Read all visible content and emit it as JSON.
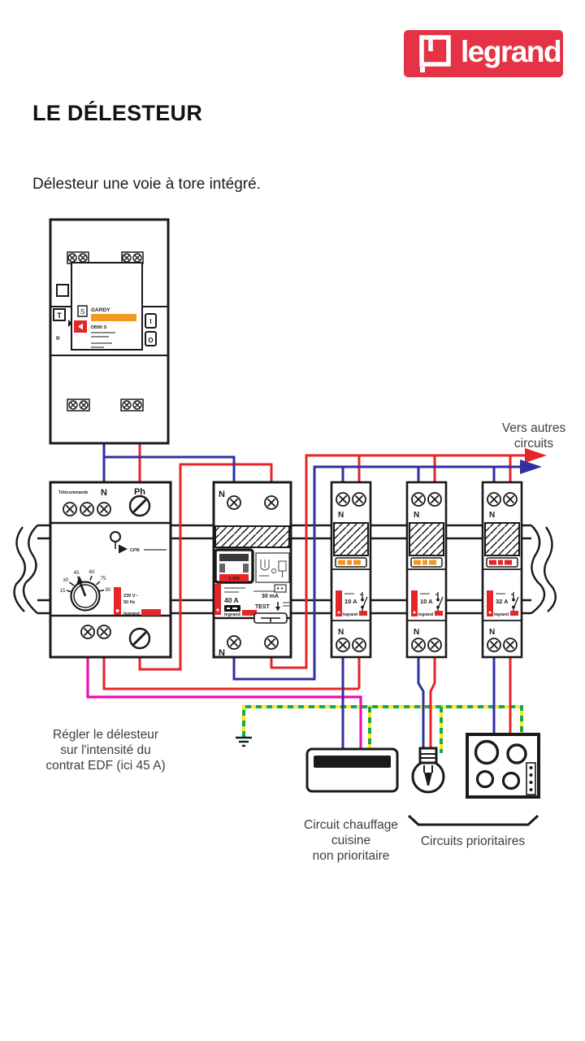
{
  "brand": {
    "logo": "legrand",
    "logo_bg": "#e63245"
  },
  "header": {
    "title": "LE DÉLESTEUR",
    "subtitle": "Délesteur une voie à tore intégré."
  },
  "meter": {
    "t": "T",
    "s": "S",
    "ir": "Ir",
    "brand": "GARDY",
    "model": "DB90 S",
    "btn_on": "I",
    "btn_off": "O"
  },
  "delesteur": {
    "remote_label": "Télécommande",
    "neutral": "N",
    "phase": "Ph",
    "cpn": "CPN",
    "dial": [
      "15",
      "30",
      "45",
      "60",
      "75",
      "90"
    ],
    "voltage": "230 V~",
    "frequency": "50 Hz",
    "brand": "legrand"
  },
  "rcd": {
    "neutral_top": "N",
    "neutral_bottom": "N",
    "switch_label": "1-ON",
    "rating": "40 A",
    "sensitivity": "30 mA",
    "test_label": "TEST",
    "brand": "legrand"
  },
  "breakers": [
    {
      "neutral_top": "N",
      "rating": "10 A",
      "neutral_bottom": "N",
      "brand": "legrand"
    },
    {
      "neutral_top": "N",
      "rating": "10 A",
      "neutral_bottom": "N",
      "brand": "legrand"
    },
    {
      "neutral_top": "N",
      "rating": "32 A",
      "neutral_bottom": "N",
      "brand": "legrand"
    }
  ],
  "annotations": {
    "to_other_line1": "Vers autres",
    "to_other_line2": "circuits",
    "adjust_line1": "Régler le délesteur",
    "adjust_line2": "sur l'intensité du",
    "adjust_line3": "contrat EDF (ici 45 A)",
    "non_priority_line1": "Circuit chauffage",
    "non_priority_line2": "cuisine",
    "non_priority_line3": "non prioritaire",
    "priority_label": "Circuits prioritaires"
  },
  "colors": {
    "phase_red": "#e52528",
    "neutral_blue": "#3030a0",
    "pilot_magenta": "#ea10b0",
    "earth_green": "#0faa58",
    "earth_yellow": "#ffe81c",
    "indicator_orange": "#f4991f",
    "legrand_red": "#e63245"
  }
}
